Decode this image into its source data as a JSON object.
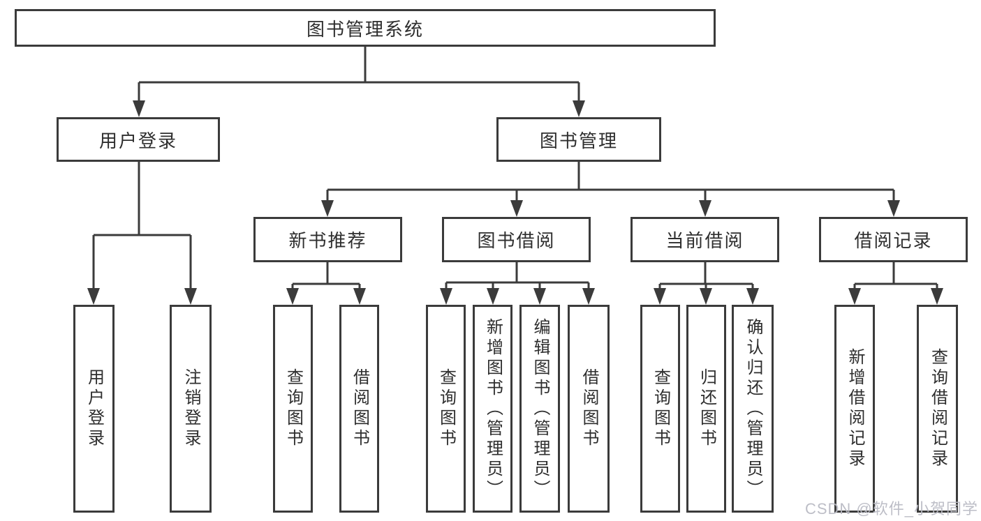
{
  "diagram": {
    "title": "图书管理系统",
    "branches": [
      {
        "label": "用户登录",
        "children": [
          {
            "label": "用户登录"
          },
          {
            "label": "注销登录"
          }
        ]
      },
      {
        "label": "图书管理",
        "children": [
          {
            "label": "新书推荐",
            "children": [
              {
                "label": "查询图书"
              },
              {
                "label": "借阅图书"
              }
            ]
          },
          {
            "label": "图书借阅",
            "children": [
              {
                "label": "查询图书"
              },
              {
                "label": "新增图书（管理员）"
              },
              {
                "label": "编辑图书（管理员）"
              },
              {
                "label": "借阅图书"
              }
            ]
          },
          {
            "label": "当前借阅",
            "children": [
              {
                "label": "查询图书"
              },
              {
                "label": "归还图书"
              },
              {
                "label": "确认归还（管理员）"
              }
            ]
          },
          {
            "label": "借阅记录",
            "children": [
              {
                "label": "新增借阅记录"
              },
              {
                "label": "查询借阅记录"
              }
            ]
          }
        ]
      }
    ]
  },
  "watermark": {
    "text": "CSDN @软件_小贺同学",
    "color": "#b9bbc4"
  },
  "colors": {
    "line": "#3b3b3b",
    "text": "#2e2e2e",
    "background": "#ffffff"
  }
}
